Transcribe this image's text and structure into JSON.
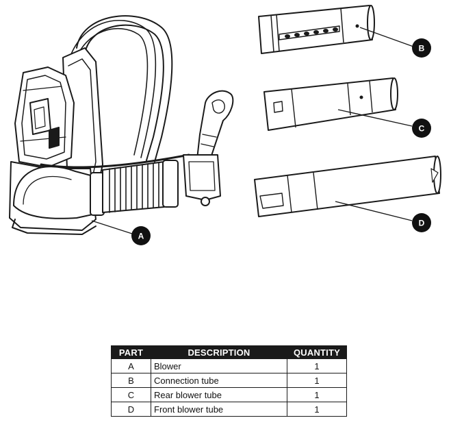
{
  "callouts": {
    "a": "A",
    "b": "B",
    "c": "C",
    "d": "D"
  },
  "table": {
    "headers": [
      "PART",
      "DESCRIPTION",
      "QUANTITY"
    ],
    "rows": [
      {
        "part": "A",
        "description": "Blower",
        "quantity": "1"
      },
      {
        "part": "B",
        "description": "Connection tube",
        "quantity": "1"
      },
      {
        "part": "C",
        "description": "Rear blower tube",
        "quantity": "1"
      },
      {
        "part": "D",
        "description": "Front blower tube",
        "quantity": "1"
      }
    ]
  }
}
